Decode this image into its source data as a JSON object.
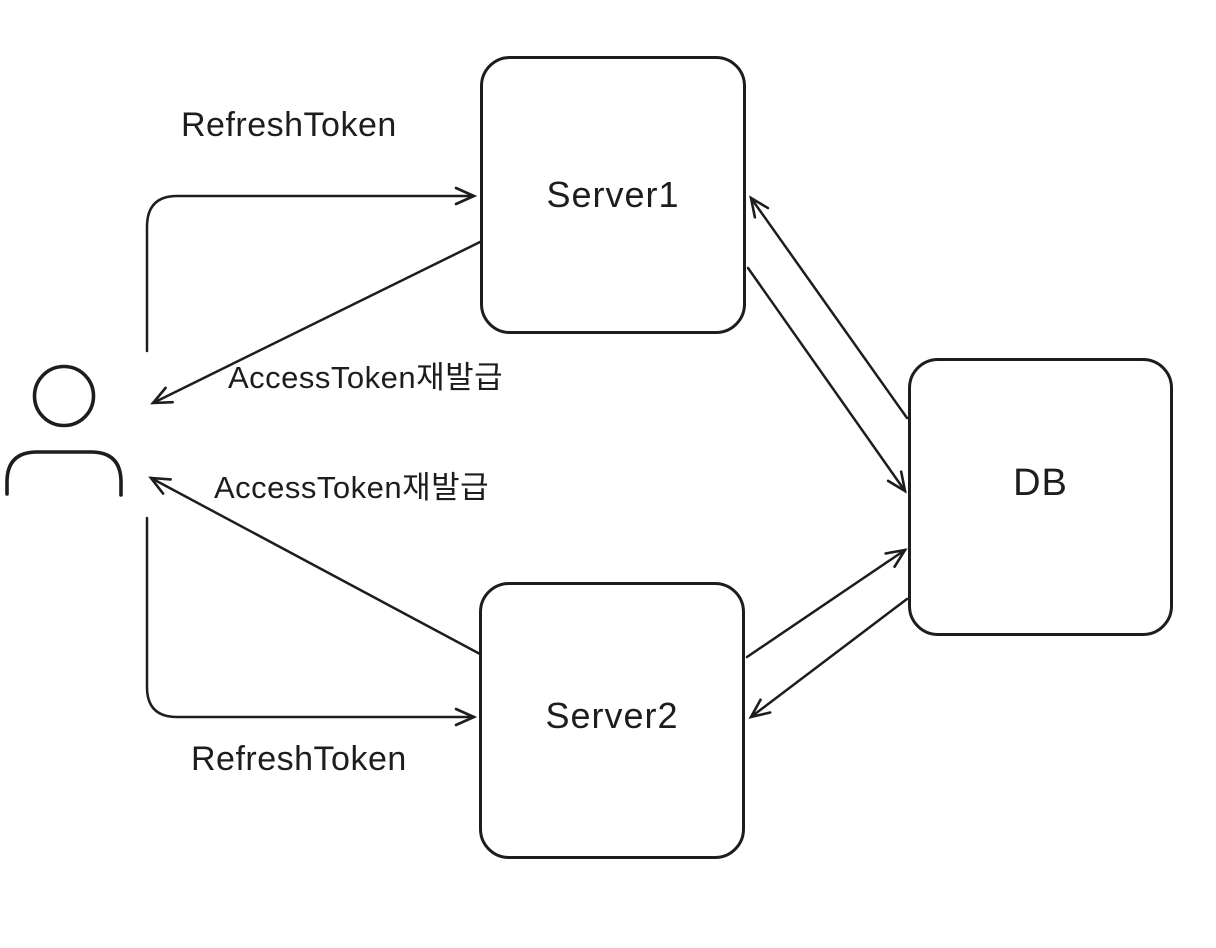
{
  "diagram": {
    "colors": {
      "ink": "#1d1d1d",
      "background": "#ffffff"
    },
    "nodes": {
      "user": {
        "icon": "person-icon"
      },
      "server1": {
        "label": "Server1"
      },
      "server2": {
        "label": "Server2"
      },
      "db": {
        "label": "DB"
      }
    },
    "edges": [
      {
        "from": "user",
        "to": "server1",
        "label": "RefreshToken"
      },
      {
        "from": "server1",
        "to": "user",
        "label": "AccessToken재발급"
      },
      {
        "from": "server2",
        "to": "user",
        "label": "AccessToken재발급"
      },
      {
        "from": "user",
        "to": "server2",
        "label": "RefreshToken"
      },
      {
        "from": "server1",
        "to": "db"
      },
      {
        "from": "db",
        "to": "server1"
      },
      {
        "from": "server2",
        "to": "db"
      },
      {
        "from": "db",
        "to": "server2"
      }
    ]
  }
}
